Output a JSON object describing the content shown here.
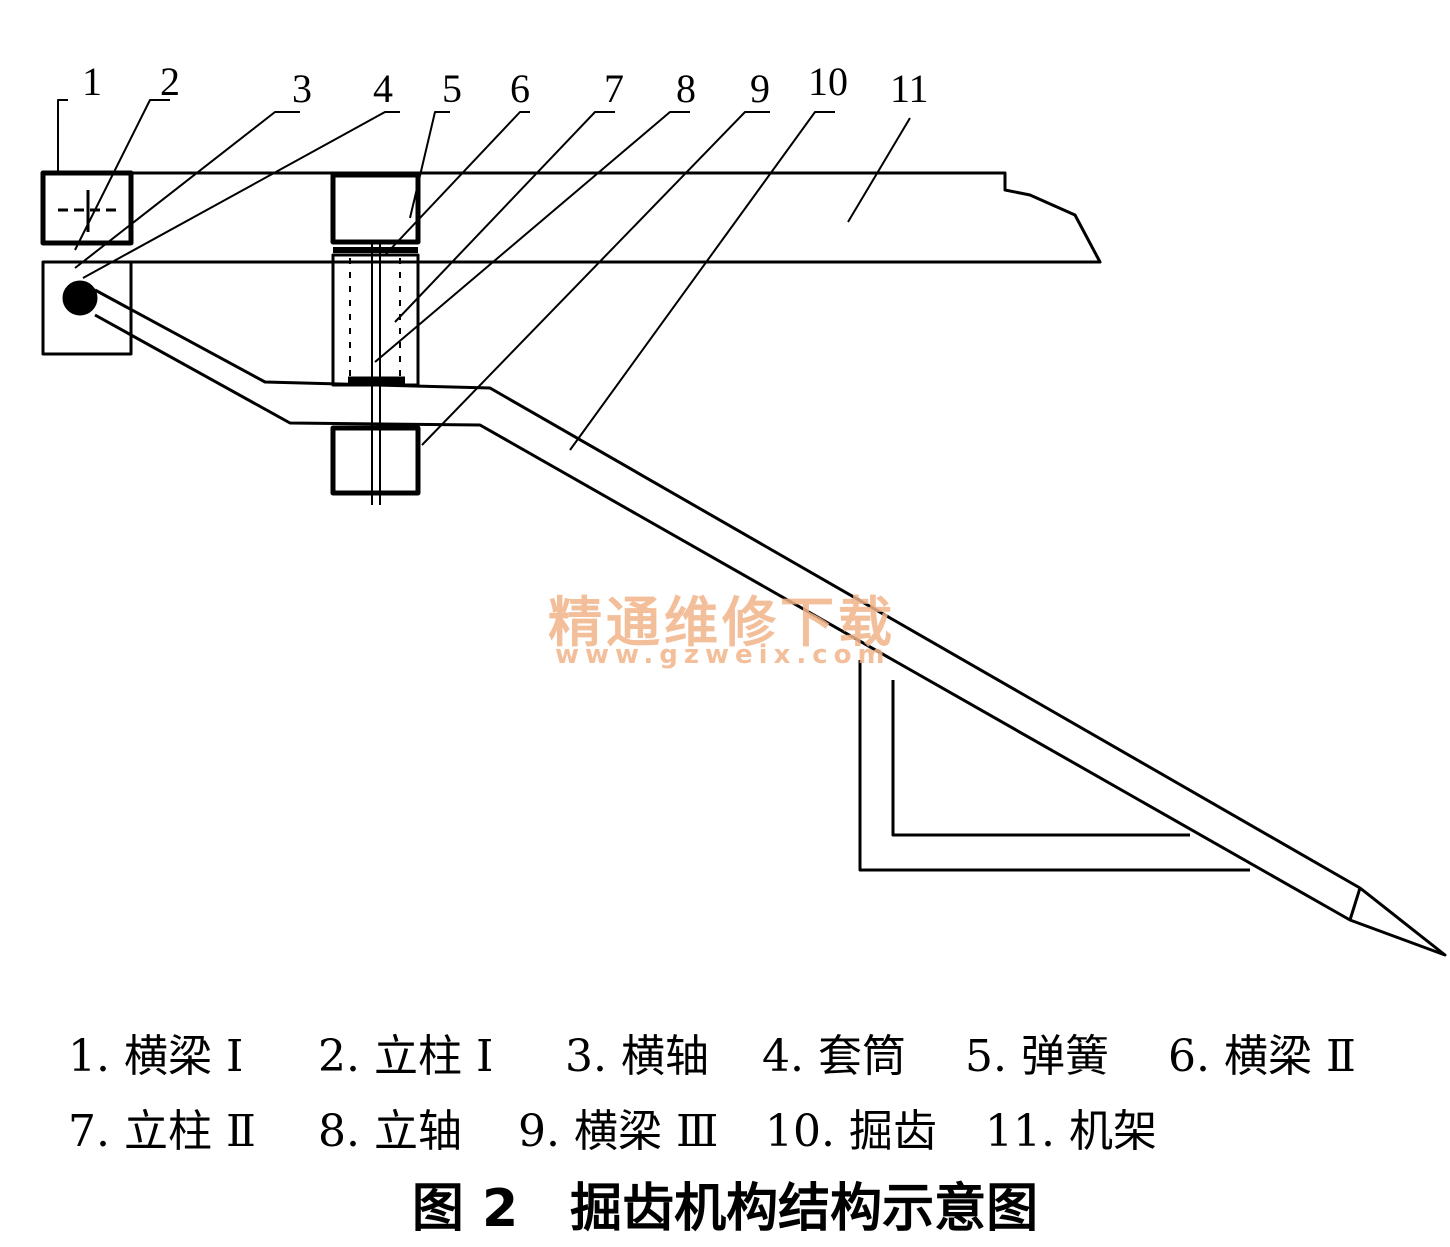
{
  "callouts": [
    "1",
    "2",
    "3",
    "4",
    "5",
    "6",
    "7",
    "8",
    "9",
    "10",
    "11"
  ],
  "legend": [
    [
      "1. 横梁 Ⅰ",
      "2. 立柱 Ⅰ",
      "3. 横轴",
      "4. 套筒",
      "5. 弹簧",
      "6. 横梁 Ⅱ"
    ],
    [
      "7. 立柱 Ⅱ",
      "8. 立轴",
      "9. 横梁 Ⅲ",
      "10. 掘齿",
      "11. 机架"
    ]
  ],
  "caption": "图 2　掘齿机构结构示意图",
  "watermark": {
    "cn": "精通维修下载",
    "url": "www.gzweix.com"
  },
  "colors": {
    "line": "#000000",
    "watermark": "#f2b48a"
  }
}
